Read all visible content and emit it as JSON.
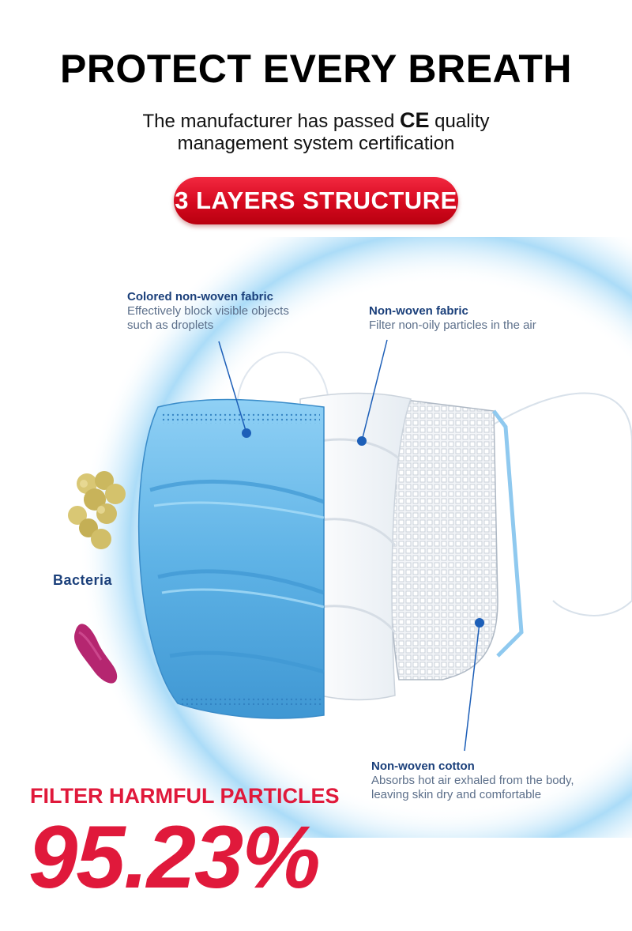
{
  "header": {
    "title": "PROTECT EVERY BREATH",
    "subtitle_before": "The manufacturer has passed ",
    "subtitle_emphasis": "CE",
    "subtitle_after": " quality",
    "subtitle_line2": "management system certification"
  },
  "badge": {
    "label": "3 LAYERS STRUCTURE"
  },
  "layers": [
    {
      "heading": "Colored non-woven fabric",
      "desc_line1": "Effectively block visible objects",
      "desc_line2": "such as droplets"
    },
    {
      "heading": "Non-woven fabric",
      "desc_line1": "Filter non-oily particles in the air"
    },
    {
      "heading": "Non-woven cotton",
      "desc_line1": "Absorbs hot air exhaled from the body,",
      "desc_line2": "leaving skin dry and comfortable"
    }
  ],
  "bacteria_label": "Bacteria",
  "footer": {
    "filter_label": "FILTER HARMFUL PARTICLES",
    "filter_percent": "95.23%"
  },
  "colors": {
    "accent_red": "#e0193b",
    "badge_red": "#d5091f",
    "label_blue": "#1a3f7a",
    "mask_blue": "#5fb3e6"
  }
}
